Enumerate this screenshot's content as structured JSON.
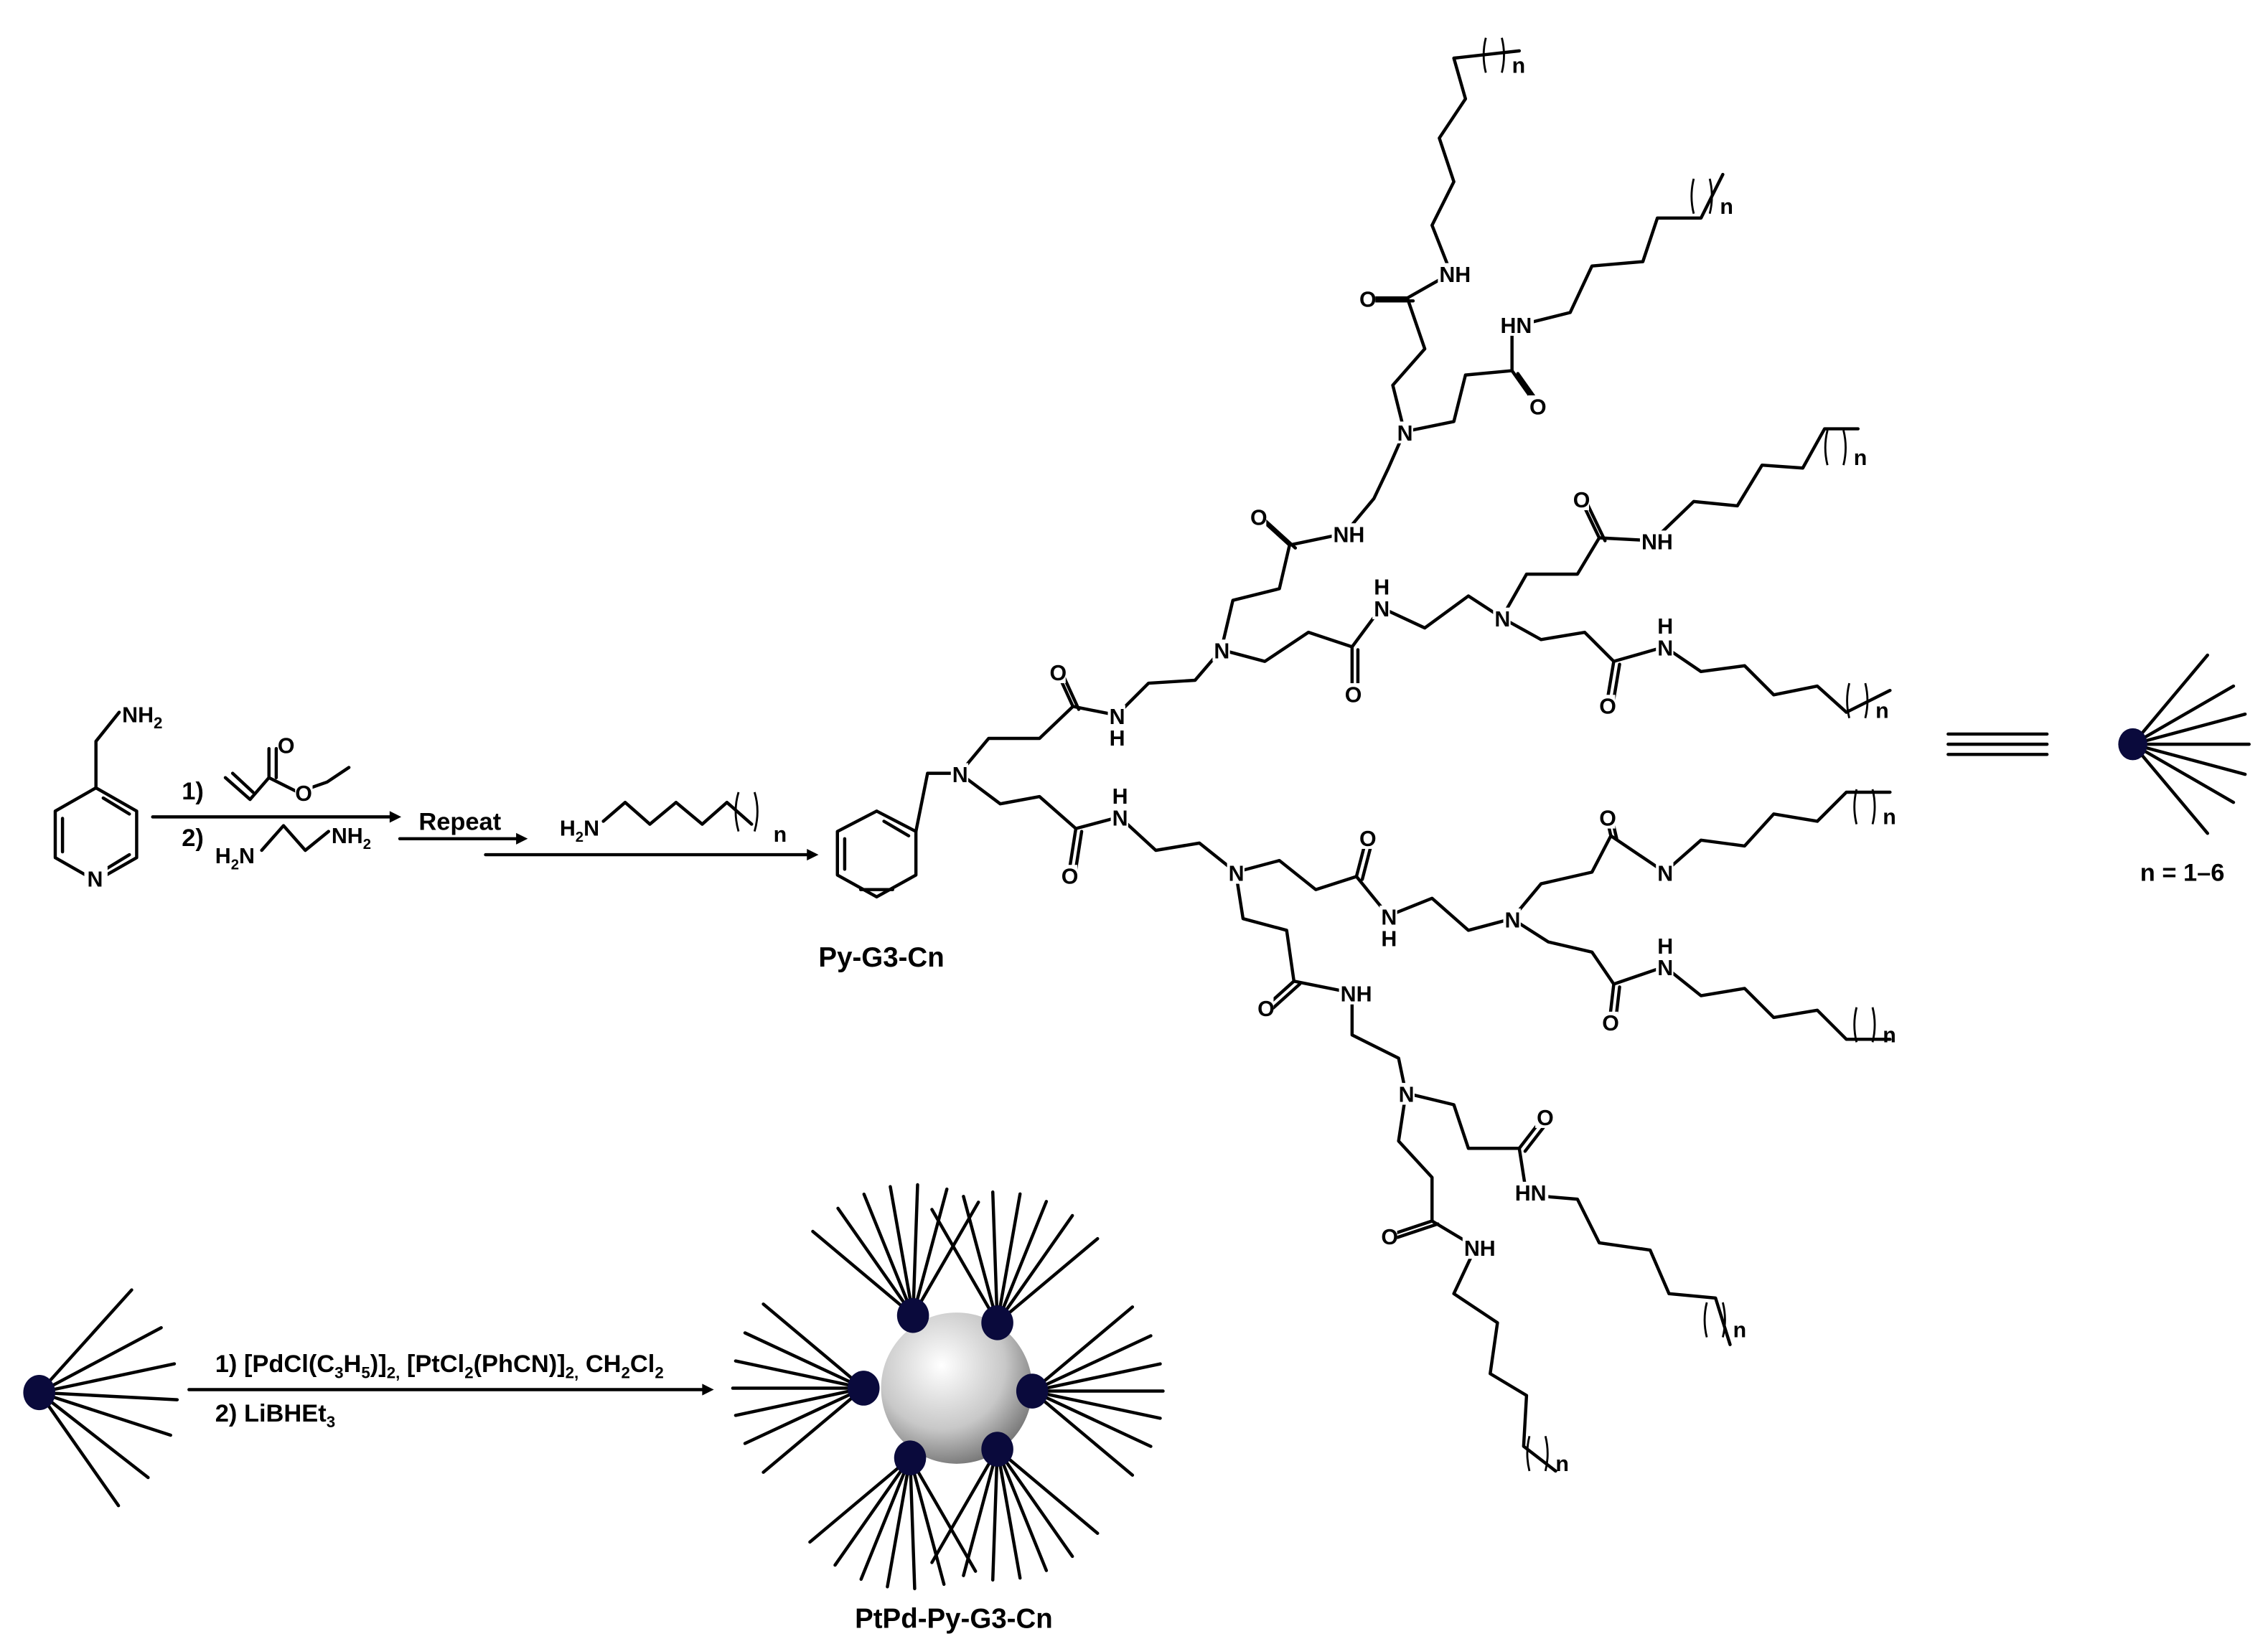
{
  "atoms": {
    "N": "N",
    "NH": "NH",
    "HN": "HN",
    "H": "H",
    "O": "O",
    "n": "n",
    "NH2_main": "NH",
    "sub2": "2",
    "H2N_h": "H",
    "H2N_n": "N"
  },
  "reaction1": {
    "step1": "1)",
    "step2": "2)",
    "repeat": "Repeat"
  },
  "product1": {
    "name": "Py-G3-Cn"
  },
  "equivalence": {
    "symbol": "≡",
    "n_range": "n = 1–6"
  },
  "reaction2": {
    "step1_prefix": "1) [PdCl(C",
    "s3": "3",
    "H": "H",
    "s5": "5",
    "close1": ")]",
    "s2a": "2,",
    "pt": " [PtCl",
    "s2b": "2",
    "phcn": "(PhCN)]",
    "s2c": "2,",
    "ch": " CH",
    "s2d": "2",
    "cl": "Cl",
    "s2e": "2",
    "step2": "2) LiBHEt",
    "s3b": "3"
  },
  "product2": {
    "name": "PtPd-Py-G3-Cn"
  },
  "colors": {
    "ligand_dot": "#0a0a3c",
    "particle": "#d0d0d0"
  },
  "icons": {
    "ligand": "pyridine-dendron-star-icon",
    "particle": "nanoparticle-sphere-icon"
  }
}
